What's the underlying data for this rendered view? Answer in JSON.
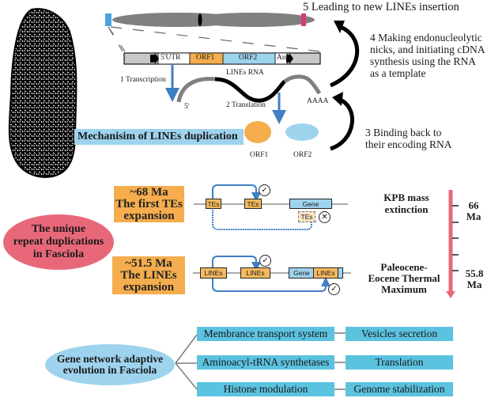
{
  "top": {
    "step5": "5 Leading to new LINEs insertion",
    "step4": [
      "4 Making endonucleolytic",
      "nicks, and initiating cDNA",
      "synthesis using the RNA",
      "as a template"
    ],
    "step3": [
      "3 Binding back to",
      "their encoding RNA"
    ],
    "step1": "1 Transcription",
    "step2": "2 Translation",
    "rna_label": "LINEs RNA",
    "five_prime": "5'",
    "polyA": "AAAA",
    "gene_segments": {
      "utr": "5'UTR",
      "orf1": "ORF1",
      "orf2": "ORF2",
      "an": "An"
    },
    "orf1_label": "ORF1",
    "orf2_label": "ORF2",
    "mechanism_title": "Mechanisim of LINEs duplication"
  },
  "middle": {
    "central_ellipse": [
      "The unique",
      "repeat duplications",
      "in Fasciola"
    ],
    "event1": {
      "lines": [
        "~68 Ma",
        "The first TEs",
        "expansion"
      ],
      "te1": "TEs",
      "te2": "TEs",
      "gene": "Gene",
      "te_failed": "TEs"
    },
    "event2": {
      "lines": [
        "~51.5 Ma",
        "The LINEs",
        "expansion"
      ],
      "te1": "LINEs",
      "te2": "LINEs",
      "gene": "Gene",
      "te_inserted": "LINEs"
    },
    "timeline": {
      "event_a": [
        "KPB mass",
        "extinction"
      ],
      "event_b": [
        "Paleocene-",
        "Eocene Thermal",
        "Maximum"
      ],
      "tick_a": [
        "66",
        "Ma"
      ],
      "tick_b": [
        "55.8",
        "Ma"
      ]
    }
  },
  "bottom": {
    "central_ellipse": [
      "Gene network adaptive",
      "evolution in Fasciola"
    ],
    "rows": [
      {
        "left": "Membrance transport system",
        "right": "Vesicles secretion"
      },
      {
        "left": "Aminoacyl-tRNA synthetases",
        "right": "Translation"
      },
      {
        "left": "Histone modulation",
        "right": "Genome stabilization"
      }
    ]
  },
  "colors": {
    "orange": "#f5ad4e",
    "light_blue": "#9ed3ee",
    "cyan": "#5bc2e0",
    "pink": "#e8687a",
    "arrow_blue": "#3f7fc4"
  }
}
